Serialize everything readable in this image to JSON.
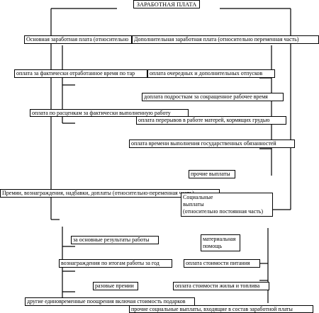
{
  "title": "ЗАРАБОТНАЯ ПЛАТА",
  "branches": {
    "basic": "Основная заработная плата (относительно",
    "additional": "Дополнительная заработная плата (относительно переменная часть)",
    "bonuses": "Премии, вознаграждения, надбавки, доплаты (относительно-переменная часть)",
    "social": [
      "Социальные",
      "выплаты",
      "(относительно постоянная часть)"
    ]
  },
  "items": {
    "actual_time": "оплата за фактически отработанное время по тар",
    "piece_rates": "оплата по расценкам за фактически выполненную работу",
    "vacations": "оплата очередных и дополнительных отпусков",
    "teen_hours": "доплата подросткам за сокращенное рабочее время",
    "nursing_breaks": "оплата перерывов в работе матерей, кормящих грудью",
    "state_duties": "оплата времени выполнения государственных обязанностей",
    "other_payments": "прочие выплаты",
    "main_results": "за основные результаты работы",
    "annual_results": "вознаграждения по итогам работы за год",
    "one_time_bonuses": "разовые премии",
    "other_incentives": "другие единовременные поощрения включая стоимость подарков",
    "material_aid": [
      "материальная",
      "помощь"
    ],
    "meals": "оплата стоимости питания",
    "housing_fuel": "оплата стоимости жилья и топлива",
    "other_social": "прочие социальные выплаты, входящие в состав заработной платы"
  }
}
